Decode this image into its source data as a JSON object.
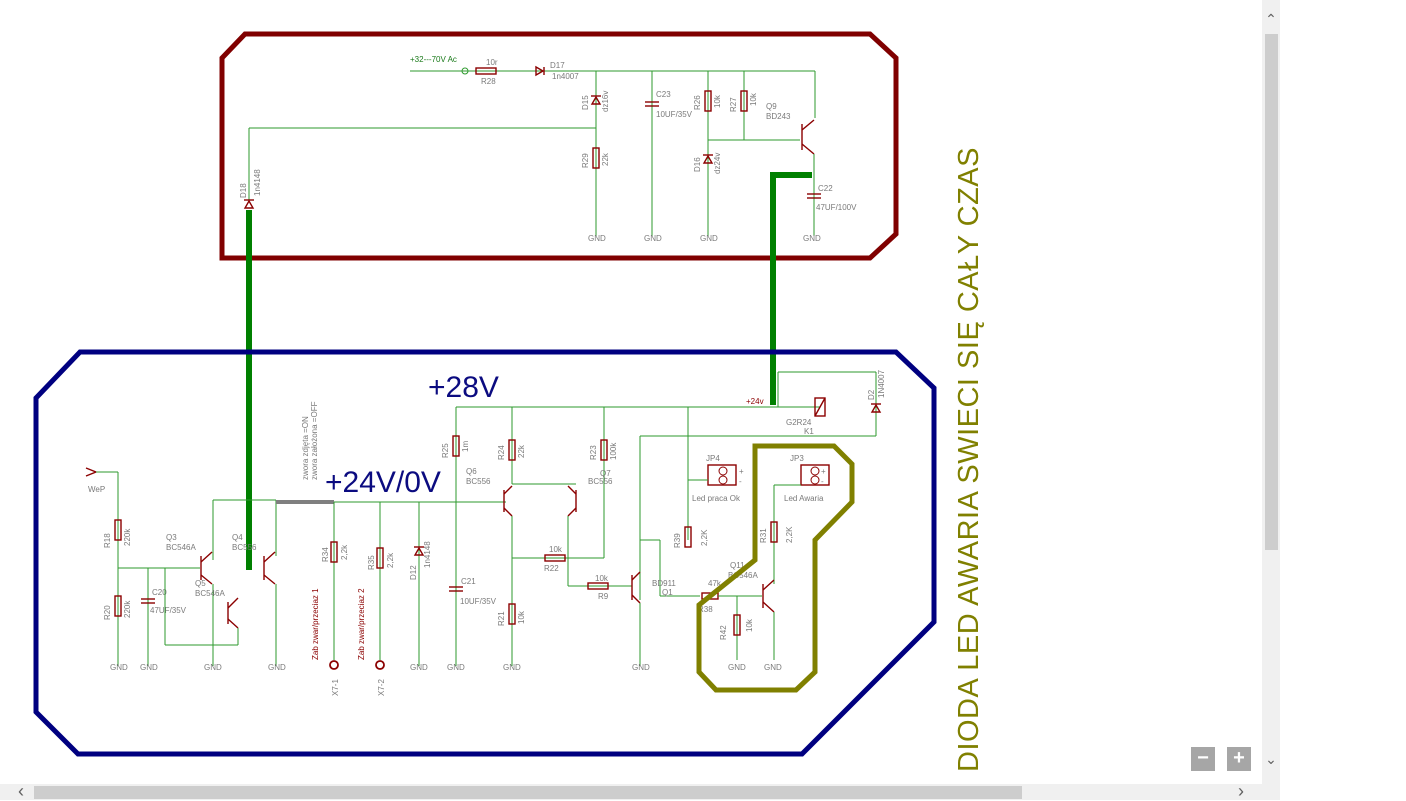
{
  "title": "DIODA LED AWARIA SWIECI SIĘ CAŁY CZAS",
  "supply_labels": {
    "v28": "+28V",
    "v24": "+24V/0V",
    "ac_in": "+32---70V Ac",
    "rail24": "+24v"
  },
  "jumper_note": [
    "zwora zdjęta =ON",
    "zwora założona =OFF"
  ],
  "components": {
    "R28": {
      "ref": "R28",
      "val": "10r"
    },
    "D17": {
      "ref": "D17",
      "val": "1n4007"
    },
    "D15": {
      "ref": "D15",
      "val": "dz16v"
    },
    "C23": {
      "ref": "C23",
      "val": "10UF/35V"
    },
    "R26": {
      "ref": "R26",
      "val": "10k"
    },
    "R27": {
      "ref": "R27",
      "val": "10k"
    },
    "Q9": {
      "ref": "Q9",
      "val": "BD243"
    },
    "R29": {
      "ref": "R29",
      "val": "22k"
    },
    "D16": {
      "ref": "D16",
      "val": "dz24v"
    },
    "C22": {
      "ref": "C22",
      "val": "47UF/100V"
    },
    "D18": {
      "ref": "D18",
      "val": "1n4148"
    },
    "R25": {
      "ref": "R25",
      "val": "1m"
    },
    "R24": {
      "ref": "R24",
      "val": "22k"
    },
    "R23": {
      "ref": "R23",
      "val": "100k"
    },
    "Q6": {
      "ref": "Q6",
      "val": "BC556"
    },
    "Q7": {
      "ref": "Q7",
      "val": "BC556"
    },
    "R18": {
      "ref": "R18",
      "val": "220k"
    },
    "R20": {
      "ref": "R20",
      "val": "220k"
    },
    "C20": {
      "ref": "C20",
      "val": "47UF/35V"
    },
    "Q3": {
      "ref": "Q3",
      "val": "BC546A"
    },
    "Q4": {
      "ref": "Q4",
      "val": "BC556"
    },
    "Q5": {
      "ref": "Q5",
      "val": "BC546A"
    },
    "R34": {
      "ref": "R34",
      "val": "2,2k"
    },
    "R35": {
      "ref": "R35",
      "val": "2,2k"
    },
    "D12": {
      "ref": "D12",
      "val": "1n4148"
    },
    "C21": {
      "ref": "C21",
      "val": "10UF/35V"
    },
    "R21": {
      "ref": "R21",
      "val": "10k"
    },
    "R22": {
      "ref": "R22",
      "val": "10k"
    },
    "R9": {
      "ref": "R9",
      "val": "10k"
    },
    "Q1": {
      "ref": "Q1",
      "val": "BD911"
    },
    "R39": {
      "ref": "R39",
      "val": "2,2K"
    },
    "R31": {
      "ref": "R31",
      "val": "2,2K"
    },
    "R38": {
      "ref": "R38",
      "val": "47k"
    },
    "Q11": {
      "ref": "Q11",
      "val": "BC546A"
    },
    "R42": {
      "ref": "R42",
      "val": "10k"
    },
    "K1": {
      "ref": "K1",
      "val": "G2R24"
    },
    "D2": {
      "ref": "D2",
      "val": "1N4007"
    },
    "JP4": {
      "ref": "JP4",
      "val": "Led praca Ok"
    },
    "JP3": {
      "ref": "JP3",
      "val": "Led Awaria"
    }
  },
  "nets": {
    "gnd": "GND",
    "wep": "WeP",
    "x71": "X7-1",
    "x72": "X7-2"
  },
  "connector_labels": {
    "x71": "Zab zwar/przeciaz 1",
    "x72": "Zab zwar/przeciaz 2"
  },
  "pin_labels": {
    "plus": "+",
    "minus": "-"
  },
  "controls": {
    "zoom_out": "−",
    "zoom_in": "+"
  },
  "scroll_arrows": {
    "up": "⌃",
    "down": "⌄",
    "left": "‹",
    "right": "›"
  },
  "colors": {
    "upper_box": "#800000",
    "lower_box": "#000080",
    "highlight": "#808000",
    "bus": "#008000",
    "wire": "#2e9a2e",
    "part": "#8b0000",
    "jumper_bar": "#7f7f7f"
  }
}
